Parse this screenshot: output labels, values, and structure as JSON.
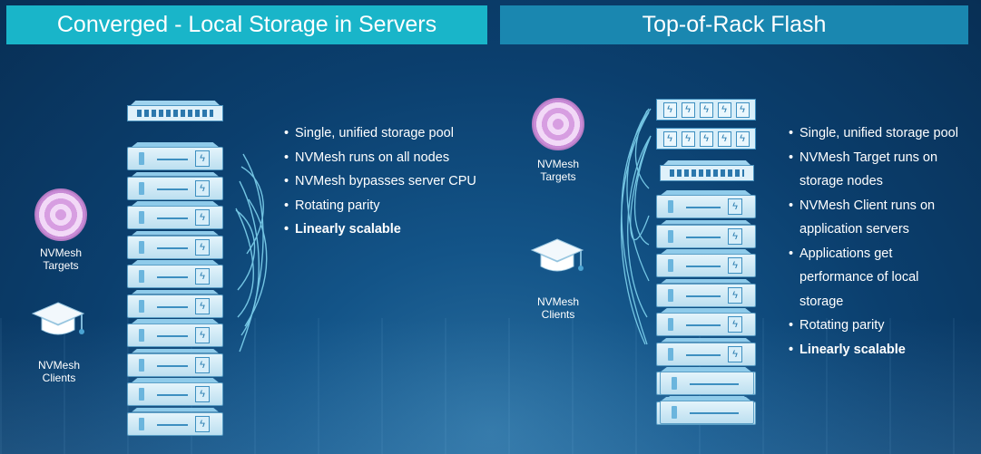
{
  "left_panel": {
    "title": "Converged - Local Storage in Servers",
    "targets_label": [
      "NVMesh",
      "Targets"
    ],
    "clients_label": [
      "NVMesh",
      "Clients"
    ],
    "bullets": [
      {
        "text": "Single, unified storage pool",
        "bold": false
      },
      {
        "text": "NVMesh runs on all nodes",
        "bold": false
      },
      {
        "text": "NVMesh bypasses server CPU",
        "bold": false
      },
      {
        "text": "Rotating parity",
        "bold": false
      },
      {
        "text": "Linearly scalable",
        "bold": true
      }
    ]
  },
  "right_panel": {
    "title": "Top-of-Rack Flash",
    "targets_label": [
      "NVMesh",
      "Targets"
    ],
    "clients_label": [
      "NVMesh",
      "Clients"
    ],
    "bullets": [
      {
        "text": "Single, unified storage pool",
        "bold": false
      },
      {
        "text": "NVMesh Target runs on",
        "bold": false
      },
      {
        "text": "storage nodes",
        "bold": false,
        "continuation": true
      },
      {
        "text": "NVMesh Client runs on",
        "bold": false
      },
      {
        "text": "application servers",
        "bold": false,
        "continuation": true
      },
      {
        "text": "Applications get",
        "bold": false
      },
      {
        "text": "performance of local",
        "bold": false,
        "continuation": true
      },
      {
        "text": "storage",
        "bold": false,
        "continuation": true
      },
      {
        "text": "Rotating parity",
        "bold": false
      },
      {
        "text": "Linearly scalable",
        "bold": true
      }
    ]
  },
  "icons": {
    "target": "target-disk-icon",
    "client": "graduation-cap-icon",
    "drive": "lightning-drive-icon"
  },
  "colors": {
    "left_header": "#19b5c9",
    "right_header": "#1a87b0",
    "target_icon": "#d79ee1",
    "arrow": "#7fd3ef"
  }
}
